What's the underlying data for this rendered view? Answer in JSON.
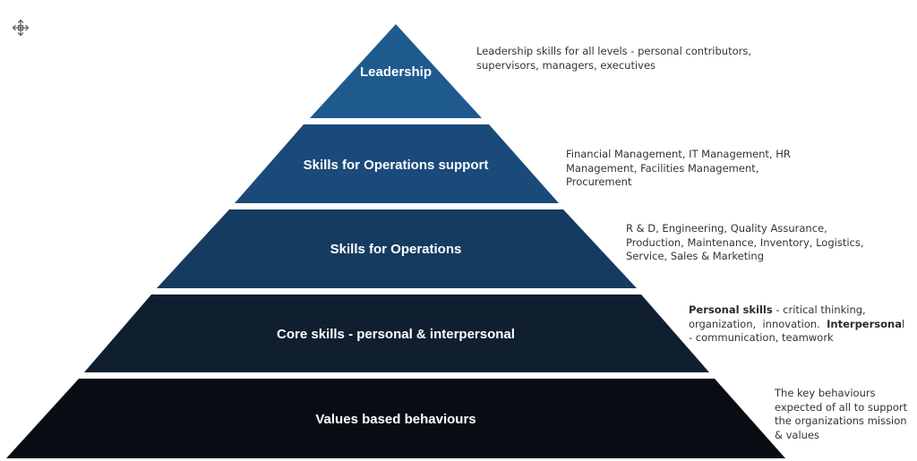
{
  "move_handle": {
    "icon": "move-arrows-icon"
  },
  "pyramid": {
    "levels": [
      {
        "label": "Leadership",
        "color": "#1e5a8e"
      },
      {
        "label": "Skills for Operations support",
        "color": "#1a4a79"
      },
      {
        "label": "Skills for Operations",
        "color": "#153b60"
      },
      {
        "label": "Core skills - personal & interpersonal",
        "color": "#0f1f30"
      },
      {
        "label": "Values based behaviours",
        "color": "#080d14"
      }
    ]
  },
  "descriptions": {
    "leadership": {
      "line1": "Leadership skills for all levels - personal contributors,",
      "line2": "supervisors, managers, executives"
    },
    "ops_support": {
      "line1": "Financial Management, IT Management,  HR",
      "line2": "Management, Facilities Management,",
      "line3": "Procurement"
    },
    "operations": {
      "line1": "R & D, Engineering, Quality Assurance,",
      "line2": "Production, Maintenance,  Inventory, Logistics,",
      "line3": "Service, Sales & Marketing"
    },
    "core": {
      "line1_bold": "Personal skills",
      "line1_rest": " - critical thinking,",
      "line2_a": "organization,  innovation.  ",
      "line2_bold": "Interpersona",
      "line2_c": "l",
      "line3": "- communication, teamwork"
    },
    "values": {
      "line1": "The key behaviours",
      "line2": "expected of all  to support",
      "line3": "the organizations mission",
      "line4": "& values"
    }
  }
}
